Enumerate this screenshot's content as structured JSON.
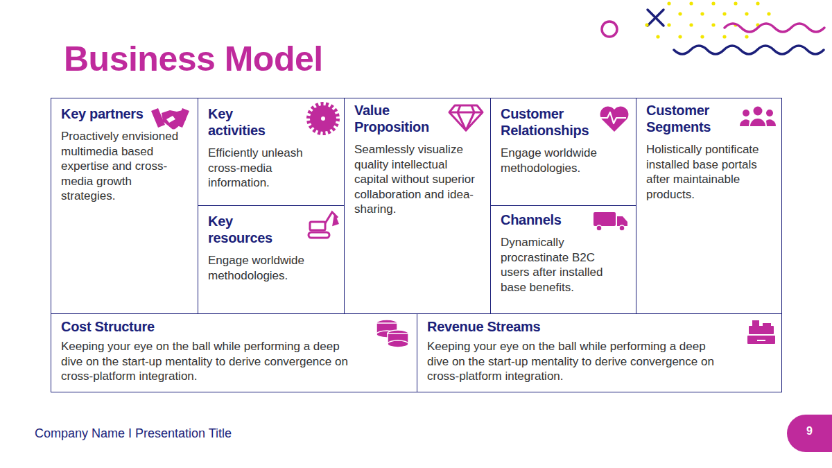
{
  "diagram": {
    "title": "Business Model",
    "nodes": [
      {
        "text": [
          "Key partners",
          "Proactively envisioned multimedia based expertise and cross-media growth strategies."
        ]
      },
      {
        "text": [
          "Key activities",
          "Efficiently unleash cross-media information."
        ]
      },
      {
        "text": [
          "Key resources",
          "Engage worldwide methodologies."
        ]
      },
      {
        "text": [
          "Value Proposition",
          "Seamlessly visualize quality intellectual capital without superior collaboration and idea-sharing."
        ]
      },
      {
        "text": [
          "Customer Relationships",
          "Engage worldwide methodologies."
        ]
      },
      {
        "text": [
          "Channels",
          "Dynamically procrastinate B2C users after installed base benefits."
        ]
      },
      {
        "text": [
          "Customer Segments",
          "Holistically pontificate installed base portals after maintainable products."
        ]
      },
      {
        "text": [
          "Cost Structure",
          "Keeping your eye on the ball while performing a deep dive on the start-up mentality to derive convergence on cross-platform integration."
        ]
      },
      {
        "text": [
          "Revenue Streams",
          "Keeping your eye on the ball while performing a deep dive on the start-up mentality to derive convergence on cross-platform integration."
        ]
      }
    ],
    "labels": [
      "Company Name I Presentation Title",
      "9"
    ]
  }
}
